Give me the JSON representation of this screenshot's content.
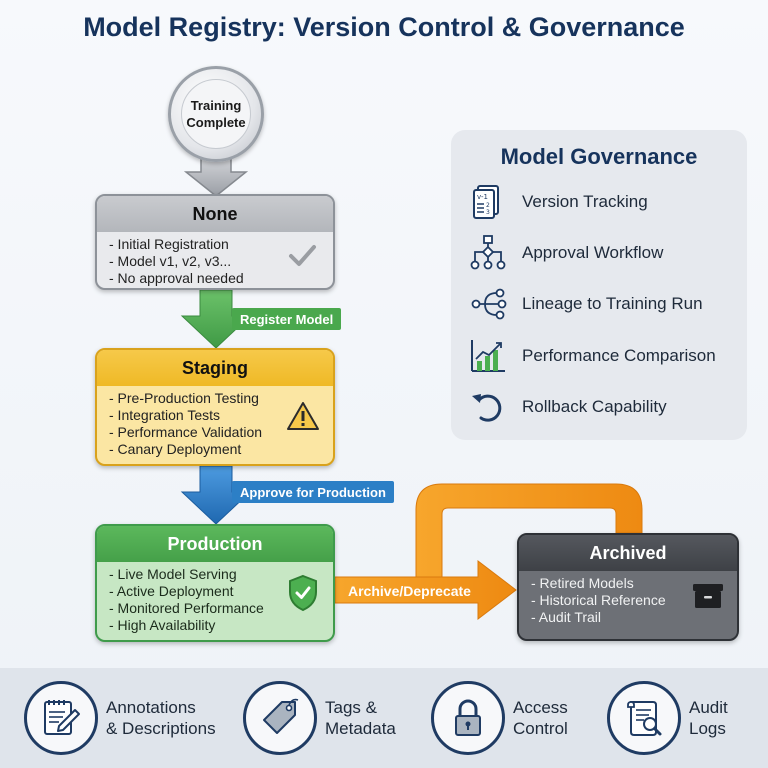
{
  "title": "Model Registry: Version Control & Governance",
  "start_node": {
    "line1": "Training",
    "line2": "Complete"
  },
  "stages": {
    "none": {
      "title": "None",
      "items": [
        "- Initial Registration",
        "- Model v1, v2, v3...",
        "- No approval needed"
      ],
      "icon": "checkmark-icon"
    },
    "staging": {
      "title": "Staging",
      "items": [
        "- Pre-Production Testing",
        "- Integration Tests",
        "- Performance Validation",
        "- Canary Deployment"
      ],
      "icon": "warning-icon"
    },
    "production": {
      "title": "Production",
      "items": [
        "- Live Model Serving",
        "- Active Deployment",
        "- Monitored Performance",
        "- High Availability"
      ],
      "icon": "shield-check-icon"
    },
    "archived": {
      "title": "Archived",
      "items": [
        "- Retired Models",
        "- Historical Reference",
        "- Audit Trail"
      ],
      "icon": "archive-box-icon"
    }
  },
  "transitions": {
    "register": "Register Model",
    "approve": "Approve for Production",
    "archive": "Archive/Deprecate"
  },
  "governance": {
    "title": "Model Governance",
    "items": [
      {
        "label": "Version Tracking",
        "icon": "version-document-icon"
      },
      {
        "label": "Approval Workflow",
        "icon": "workflow-icon"
      },
      {
        "label": "Lineage to Training Run",
        "icon": "lineage-icon"
      },
      {
        "label": "Performance Comparison",
        "icon": "bar-chart-icon"
      },
      {
        "label": "Rollback Capability",
        "icon": "rollback-icon"
      }
    ]
  },
  "features": [
    {
      "line1": "Annotations",
      "line2": "& Descriptions",
      "icon": "notepad-pencil-icon"
    },
    {
      "line1": "Tags &",
      "line2": "Metadata",
      "icon": "tag-icon"
    },
    {
      "line1": "Access",
      "line2": "Control",
      "icon": "lock-icon"
    },
    {
      "line1": "Audit",
      "line2": "Logs",
      "icon": "audit-log-icon"
    }
  ],
  "colors": {
    "title": "#16335c",
    "none": "#b3b6bb",
    "staging": "#f2bd2e",
    "production": "#4caf50",
    "archived": "#45484d",
    "register_arrow": "#4aa84d",
    "approve_arrow": "#2c7fc6",
    "archive_arrow": "#f0901a"
  }
}
